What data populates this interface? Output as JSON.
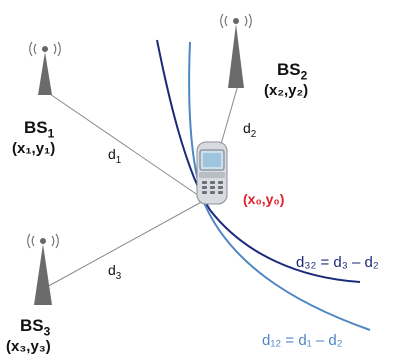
{
  "stations": [
    {
      "name": "BS",
      "sub": "1",
      "coord": "(x₁,y₁)"
    },
    {
      "name": "BS",
      "sub": "2",
      "coord": "(x₂,y₂)"
    },
    {
      "name": "BS",
      "sub": "3",
      "coord": "(x₃,y₃)"
    }
  ],
  "distances": {
    "d1": {
      "base": "d",
      "sub": "1"
    },
    "d2": {
      "base": "d",
      "sub": "2"
    },
    "d3": {
      "base": "d",
      "sub": "3"
    }
  },
  "mobile": {
    "coord": "(x₀,y₀)"
  },
  "equations": {
    "d32": "d₃₂ = d₃ – d₂",
    "d12": "d₁₂ = d₁ – d₂"
  },
  "colors": {
    "hyperbola_d32": "#1a2a7a",
    "hyperbola_d12": "#4f86c4",
    "tower": "#6b6b6b",
    "link_line": "#8a8a8a",
    "mobile_label": "#e0202a"
  }
}
